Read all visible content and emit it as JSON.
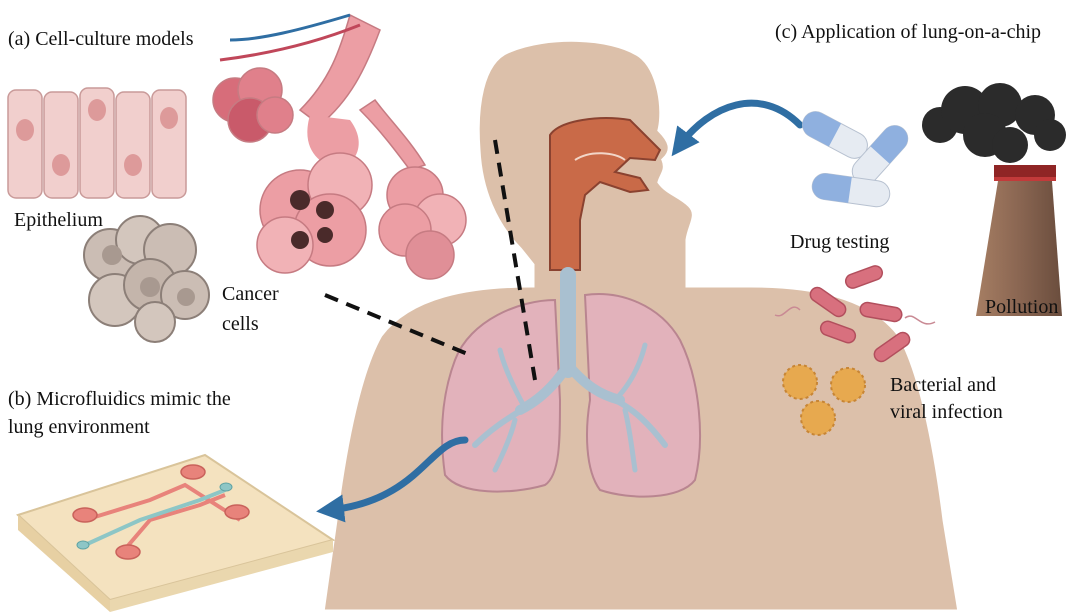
{
  "labels": {
    "panel_a": "(a) Cell-culture models",
    "epithelium": "Epithelium",
    "cancer_line1": "Cancer",
    "cancer_line2": "cells",
    "panel_b_line1": "(b) Microfluidics mimic the",
    "panel_b_line2": "lung environment",
    "panel_c": "(c) Application of lung-on-a-chip",
    "drug_testing": "Drug testing",
    "pollution": "Pollution",
    "infection_line1": "Bacterial and",
    "infection_line2": "viral infection"
  },
  "colors": {
    "skin": "#dcc0aa",
    "skin_outline": "#ffffff",
    "airway": "#c96a48",
    "trachea": "#a9c0d0",
    "lung": "#e2b2bb",
    "lung_edge": "#b98590",
    "arrow": "#2f6ea3",
    "epithelium": "#f1cfcd",
    "alveoli": "#ec9ea4",
    "bacteria": "#d8707e",
    "virus": "#e7a94f",
    "chip": "#f4e2bf",
    "channel_red": "#e8837b",
    "channel_teal": "#8dc6c6",
    "smoke": "#2b2b2b",
    "chimney": "#8a6652",
    "pill_blue": "#8fb0df"
  }
}
